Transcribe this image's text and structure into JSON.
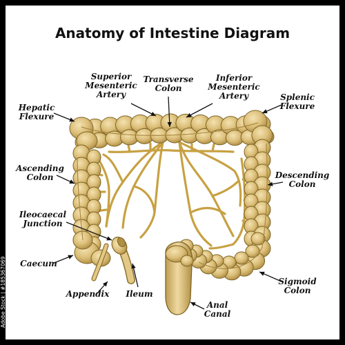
{
  "title": "Anatomy of Intestine Diagram",
  "colors": {
    "tissue": "#e0c27d",
    "tissue_shadow": "#b7964a",
    "vessel": "#c7a142",
    "outline": "#7d6526",
    "background": "#ffffff",
    "border": "#000000",
    "text": "#111111"
  },
  "labels": {
    "superior_mesenteric_artery": [
      "Superior",
      "Mesenteric",
      "Artery"
    ],
    "transverse_colon": [
      "Transverse",
      "Colon"
    ],
    "inferior_mesenteric_artery": [
      "Inferior",
      "Mesenteric",
      "Artery"
    ],
    "splenic_flexure": [
      "Splenic",
      "Flexure"
    ],
    "hepatic_flexure": [
      "Hepatic",
      "Flexure"
    ],
    "ascending_colon": [
      "Ascending",
      "Colon"
    ],
    "descending_colon": [
      "Descending",
      "Colon"
    ],
    "ileocaecal_junction": [
      "Ileocaecal",
      "Junction"
    ],
    "caecum": [
      "Caecum"
    ],
    "appendix": [
      "Appendix"
    ],
    "ileum": [
      "Ileum"
    ],
    "sigmoid_colon": [
      "Sigmoid",
      "Colon"
    ],
    "anal_canal": [
      "Anal",
      "Canal"
    ]
  },
  "stock_id": "Adobe Stock | #185367069"
}
